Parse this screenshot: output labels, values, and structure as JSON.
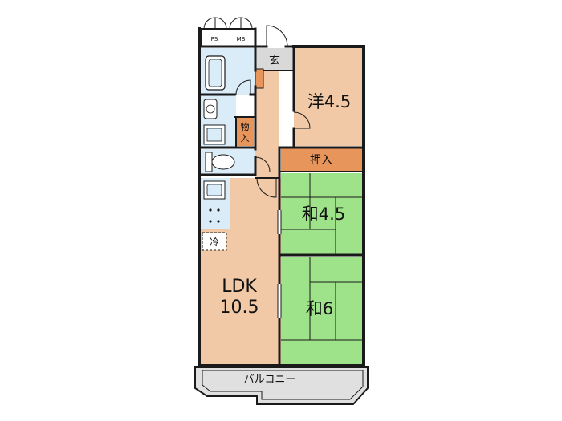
{
  "rooms": {
    "entrance": "玄",
    "western_room": "洋4.5",
    "storage_closet": "物入",
    "closet": "押入",
    "japanese_room_1": "和4.5",
    "japanese_room_2": "和6",
    "ldk_name": "LDK",
    "ldk_size": "10.5",
    "balcony": "バルコニー",
    "refrigerator": "冷"
  },
  "meters": {
    "ps": "PS",
    "mb": "MB"
  },
  "colors": {
    "wood_floor": "#f2c9a6",
    "tatami": "#9ee38a",
    "wet_area": "#d9ecf8",
    "closet": "#e8955c",
    "entrance": "#d9d9d9",
    "balcony": "#e0e0e0",
    "wall": "#1a1a1a"
  }
}
